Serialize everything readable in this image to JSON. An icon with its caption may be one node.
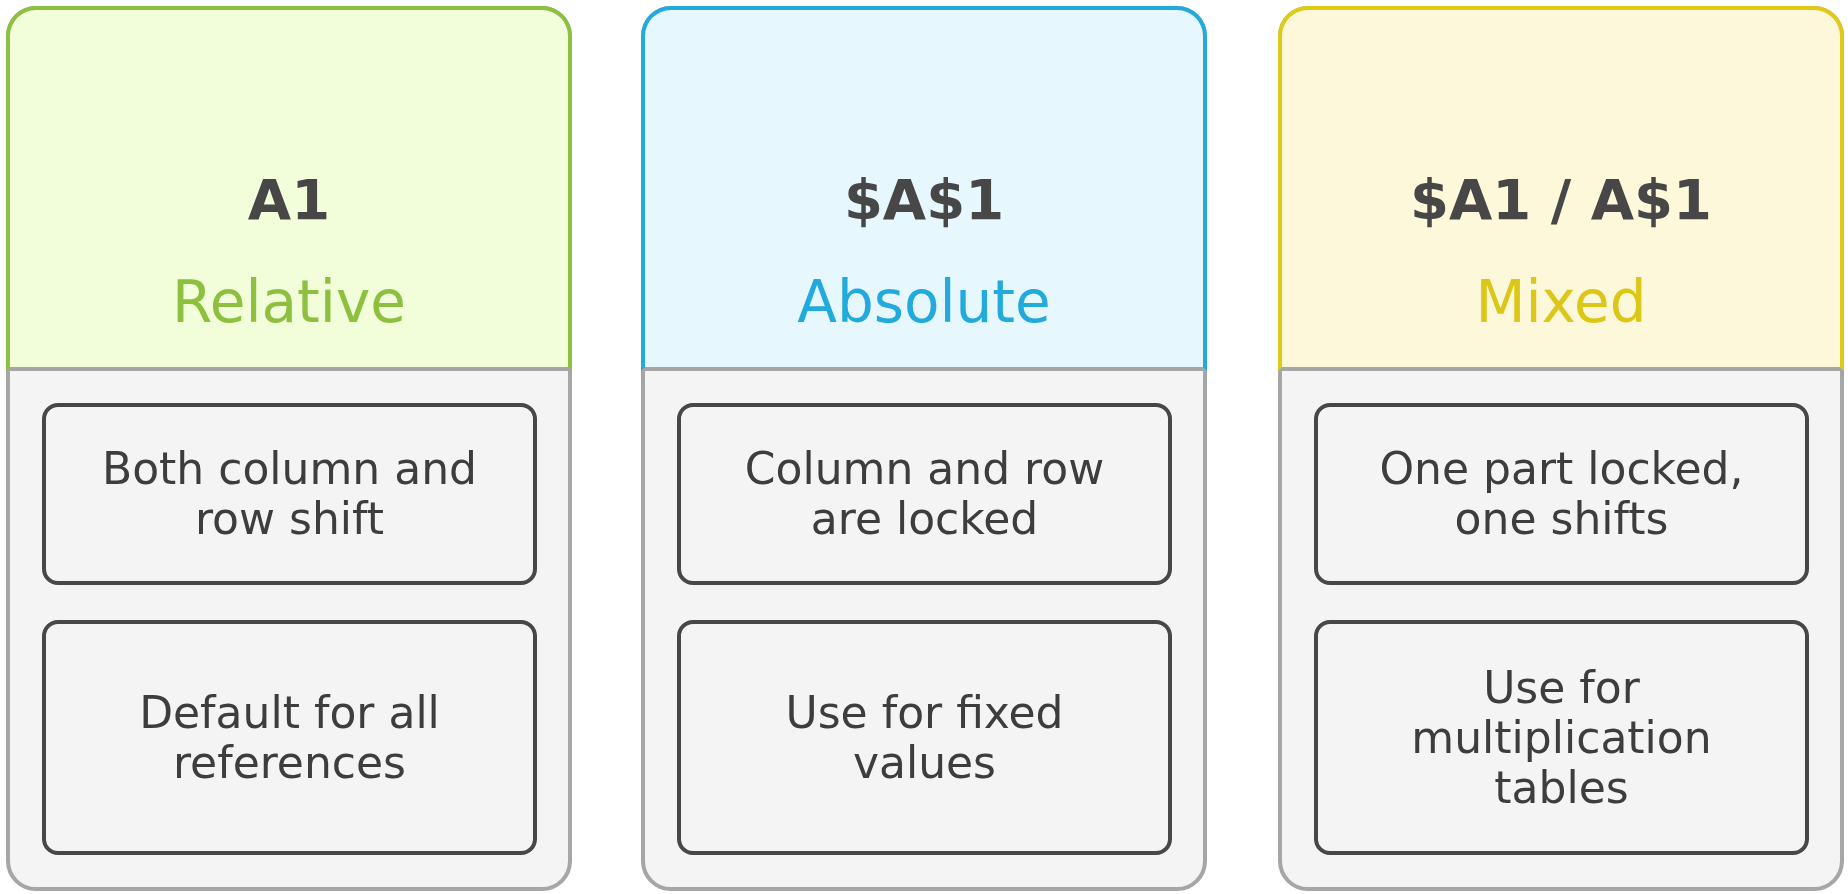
{
  "diagram": {
    "nodes": [
      {
        "text": [
          "A1",
          "Relative"
        ]
      },
      {
        "text": [
          "Both column and row shift"
        ],
        "in": 0
      },
      {
        "text": [
          "Default for all references"
        ],
        "in": 0
      },
      {
        "text": [
          "$A$1",
          "Absolute"
        ]
      },
      {
        "text": [
          "Column and row are locked"
        ],
        "in": 3
      },
      {
        "text": [
          "Use for fixed values"
        ],
        "in": 3
      },
      {
        "text": [
          "$A1 / A$1",
          "Mixed"
        ]
      },
      {
        "text": [
          "One part locked, one shifts"
        ],
        "in": 6
      },
      {
        "text": [
          "Use for multiplication tables"
        ],
        "in": 6
      }
    ]
  }
}
